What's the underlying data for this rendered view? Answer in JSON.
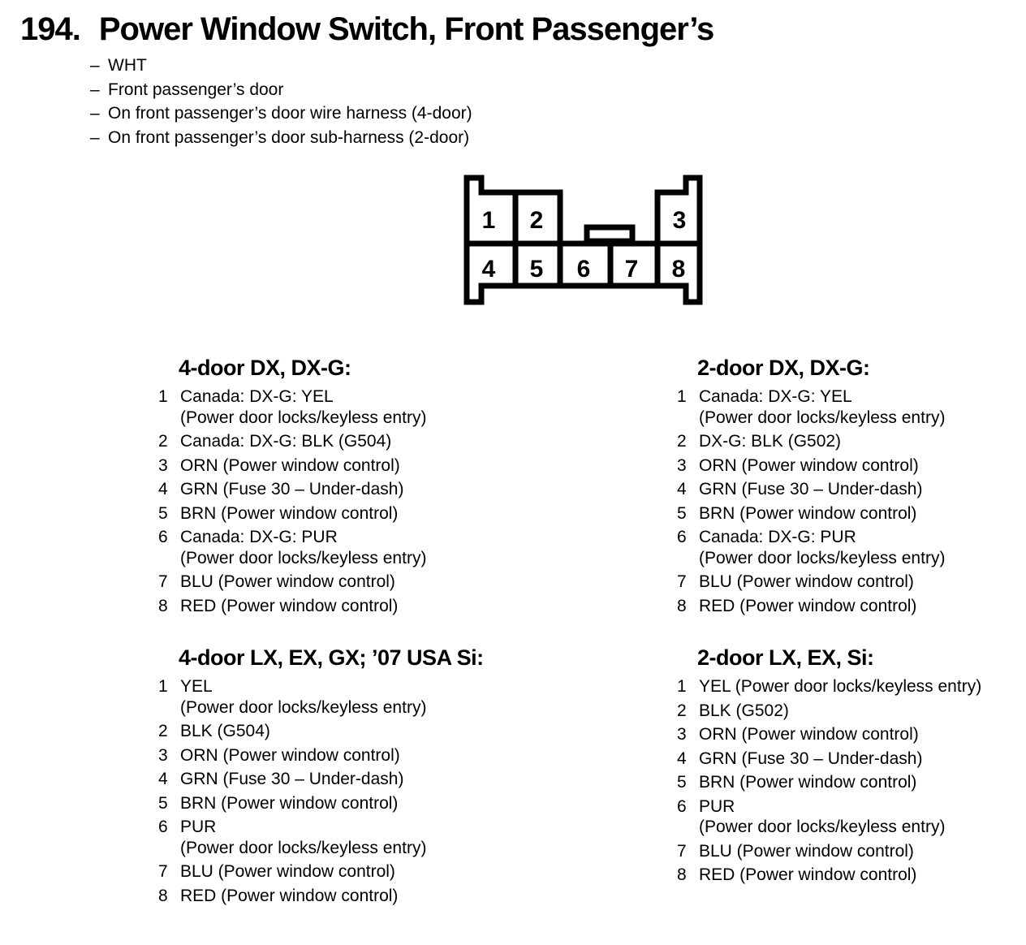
{
  "header": {
    "number": "194.",
    "title": "Power Window Switch, Front Passenger’s"
  },
  "notes": {
    "dash": "–",
    "items": [
      "WHT",
      "Front passenger’s door",
      "On front passenger’s door wire harness (4-door)",
      "On front passenger’s door sub-harness (2-door)"
    ]
  },
  "connector": {
    "description": "8-pin connector housing, front view",
    "pins": [
      "1",
      "2",
      "3",
      "4",
      "5",
      "6",
      "7",
      "8"
    ]
  },
  "sections": [
    {
      "title": "4-door DX, DX-G:",
      "lines": [
        {
          "num": "1",
          "text": "Canada: DX-G: YEL"
        },
        {
          "num": "",
          "text": "(Power door locks/keyless entry)"
        },
        {
          "num": "2",
          "text": "Canada: DX-G: BLK (G504)"
        },
        {
          "num": "3",
          "text": "ORN (Power window control)"
        },
        {
          "num": "4",
          "text": "GRN (Fuse 30 – Under-dash)"
        },
        {
          "num": "5",
          "text": "BRN (Power window control)"
        },
        {
          "num": "6",
          "text": "Canada: DX-G: PUR"
        },
        {
          "num": "",
          "text": "(Power door locks/keyless entry)"
        },
        {
          "num": "7",
          "text": "BLU (Power window control)"
        },
        {
          "num": "8",
          "text": "RED (Power window control)"
        }
      ]
    },
    {
      "title": "2-door DX, DX-G:",
      "lines": [
        {
          "num": "1",
          "text": "Canada: DX-G: YEL"
        },
        {
          "num": "",
          "text": "(Power door locks/keyless entry)"
        },
        {
          "num": "2",
          "text": "DX-G: BLK (G502)"
        },
        {
          "num": "3",
          "text": "ORN (Power window control)"
        },
        {
          "num": "4",
          "text": "GRN (Fuse 30 – Under-dash)"
        },
        {
          "num": "5",
          "text": "BRN (Power window control)"
        },
        {
          "num": "6",
          "text": "Canada: DX-G: PUR"
        },
        {
          "num": "",
          "text": "(Power door locks/keyless entry)"
        },
        {
          "num": "7",
          "text": "BLU (Power window control)"
        },
        {
          "num": "8",
          "text": "RED (Power window control)"
        }
      ]
    },
    {
      "title": "4-door LX, EX, GX; ’07 USA Si:",
      "lines": [
        {
          "num": "1",
          "text": "YEL"
        },
        {
          "num": "",
          "text": "(Power door locks/keyless entry)"
        },
        {
          "num": "2",
          "text": "BLK (G504)"
        },
        {
          "num": "3",
          "text": "ORN (Power window control)"
        },
        {
          "num": "4",
          "text": "GRN (Fuse 30 – Under-dash)"
        },
        {
          "num": "5",
          "text": "BRN (Power window control)"
        },
        {
          "num": "6",
          "text": "PUR"
        },
        {
          "num": "",
          "text": "(Power door locks/keyless entry)"
        },
        {
          "num": "7",
          "text": "BLU (Power window control)"
        },
        {
          "num": "8",
          "text": "RED (Power window control)"
        }
      ]
    },
    {
      "title": "2-door LX, EX, Si:",
      "lines": [
        {
          "num": "1",
          "text": "YEL (Power door locks/keyless entry)"
        },
        {
          "num": "2",
          "text": "BLK (G502)"
        },
        {
          "num": "3",
          "text": "ORN (Power window control)"
        },
        {
          "num": "4",
          "text": "GRN (Fuse 30 – Under-dash)"
        },
        {
          "num": "5",
          "text": "BRN (Power window control)"
        },
        {
          "num": "6",
          "text": "PUR"
        },
        {
          "num": "",
          "text": "(Power door locks/keyless entry)"
        },
        {
          "num": "7",
          "text": "BLU (Power window control)"
        },
        {
          "num": "8",
          "text": "RED (Power window control)"
        }
      ]
    }
  ]
}
